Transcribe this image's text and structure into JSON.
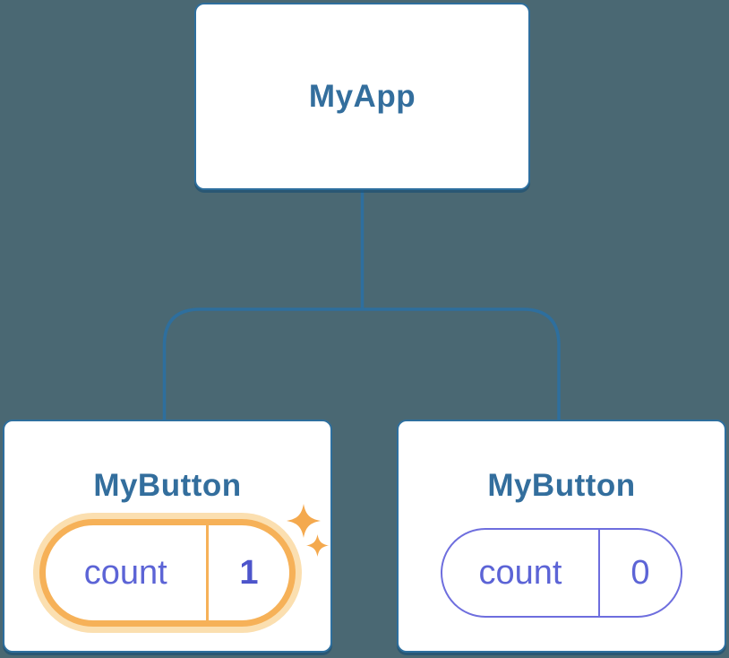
{
  "diagram": {
    "type": "component-tree",
    "colors": {
      "background": "#4a6873",
      "connector_blue": "#2e6f9e",
      "title_text_blue": "#336e9d",
      "state_purple": "#5c64d6",
      "state_value_bold_purple": "#4d55cb",
      "state_purple_border": "#6e6ede",
      "highlight_orange": "#f6b158",
      "highlight_halo": "#fbdfb0",
      "sparkle_orange": "#f4a94e"
    },
    "root": {
      "label": "MyApp"
    },
    "children": [
      {
        "label": "MyButton",
        "highlighted": true,
        "state": {
          "label": "count",
          "value": "1"
        }
      },
      {
        "label": "MyButton",
        "highlighted": false,
        "state": {
          "label": "count",
          "value": "0"
        }
      }
    ]
  }
}
